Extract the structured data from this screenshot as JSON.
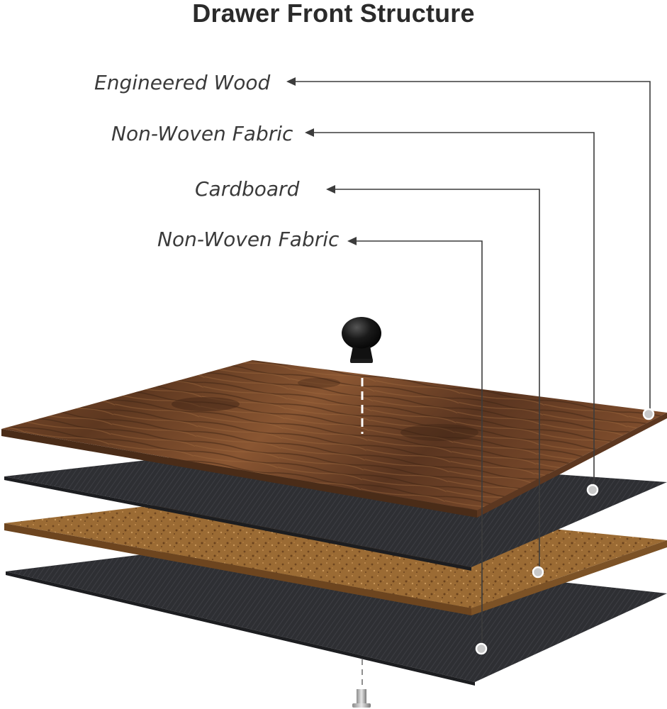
{
  "title": "Drawer Front Structure",
  "layers": [
    {
      "label": "Engineered Wood",
      "material": "rustic-brown-wood",
      "color": "#6b4226"
    },
    {
      "label": "Non-Woven Fabric",
      "material": "black-fabric",
      "color": "#2c2d30"
    },
    {
      "label": "Cardboard",
      "material": "particle-board",
      "color": "#9a6a33"
    },
    {
      "label": "Non-Woven Fabric",
      "material": "black-fabric",
      "color": "#2c2d30"
    }
  ],
  "colors": {
    "leader_line": "#3c3c3c",
    "marker": "#c9c9c9",
    "knob": "#141414",
    "screw": "#b8b8b8"
  },
  "icons": [
    "knob-icon",
    "screw-icon"
  ]
}
